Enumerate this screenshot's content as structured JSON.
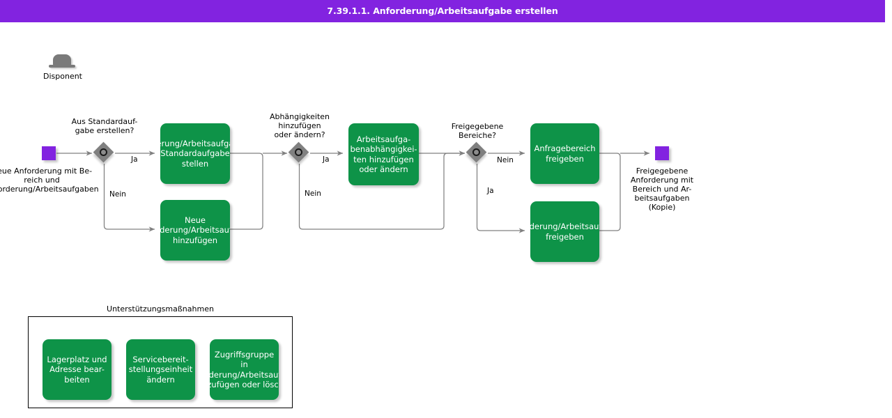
{
  "header": {
    "title": "7.39.1.1. Anforderung/Arbeitsaufgabe erstellen",
    "bar_color": "#8223E0",
    "text_color": "#ffffff"
  },
  "colors": {
    "task_green": "#0E9348",
    "gateway_gray": "#808080",
    "data_purple": "#8223E0",
    "connector": "#808080",
    "text_dark": "#000000"
  },
  "actor": {
    "name": "Disponent",
    "icon": "bowler-hat-icon"
  },
  "start": {
    "icon": "data-object-square",
    "label": "Neue Anforderung mit Be-\nreich und\nAnforderung/Arbeitsaufgaben"
  },
  "end": {
    "icon": "data-object-square",
    "label": "Freigegebene\nAnforderung mit\nBereich und Ar-\nbeitsaufgaben\n(Kopie)"
  },
  "gateways": [
    {
      "id": "gw-standardaufgabe",
      "label": "Aus Standardauf-\ngabe erstellen?",
      "branches": [
        "Ja",
        "Nein"
      ]
    },
    {
      "id": "gw-abhaengigkeiten",
      "label": "Abhängigkeiten\nhinzufügen\noder ändern?",
      "branches": [
        "Ja",
        "Nein"
      ]
    },
    {
      "id": "gw-freigegebene-bereiche",
      "label": "Freigegebene\nBereiche?",
      "branches": [
        "Nein",
        "Ja"
      ]
    }
  ],
  "tasks": [
    {
      "id": "task-aus-standardaufgabe",
      "lines": [
        "Anforderung/Arbeitsaufgabe aus",
        "Standardaufgabe",
        "stellen"
      ],
      "clipped": true
    },
    {
      "id": "task-neue-hinzufuegen",
      "lines": [
        "Neue",
        "Anforderung/Arbeitsaufgabe",
        "hinzufügen"
      ],
      "clipped": true
    },
    {
      "id": "task-abhaengigkeiten",
      "lines": [
        "Arbeitsaufga-",
        "benabhängigkei-",
        "ten hinzufügen",
        "oder ändern"
      ],
      "clipped": false
    },
    {
      "id": "task-anfragebereich-freigeben",
      "lines": [
        "Anfragebereich",
        "freigeben"
      ],
      "clipped": false
    },
    {
      "id": "task-anforderung-freigeben",
      "lines": [
        "Anforderung/Arbeitsaufgabe",
        "freigeben"
      ],
      "clipped": true
    }
  ],
  "edge_labels": {
    "gw1_ja": "Ja",
    "gw1_nein": "Nein",
    "gw2_ja": "Ja",
    "gw2_nein": "Nein",
    "gw3_nein": "Nein",
    "gw3_ja": "Ja"
  },
  "support_group": {
    "title": "Unterstützungsmaßnahmen",
    "tasks": [
      {
        "id": "support-lagerplatz",
        "lines": [
          "Lagerplatz und",
          "Adresse bear-",
          "beiten"
        ],
        "clipped": false
      },
      {
        "id": "support-servicebereitstellungseinheit",
        "lines": [
          "Servicebereit-",
          "stellungseinheit",
          "ändern"
        ],
        "clipped": false
      },
      {
        "id": "support-zugriffsgruppe",
        "lines": [
          "Zugriffsgruppe",
          "in",
          "Anforderung/Arbeitsaufgabe",
          "hinzufügen oder löschen"
        ],
        "clipped": true
      }
    ]
  }
}
